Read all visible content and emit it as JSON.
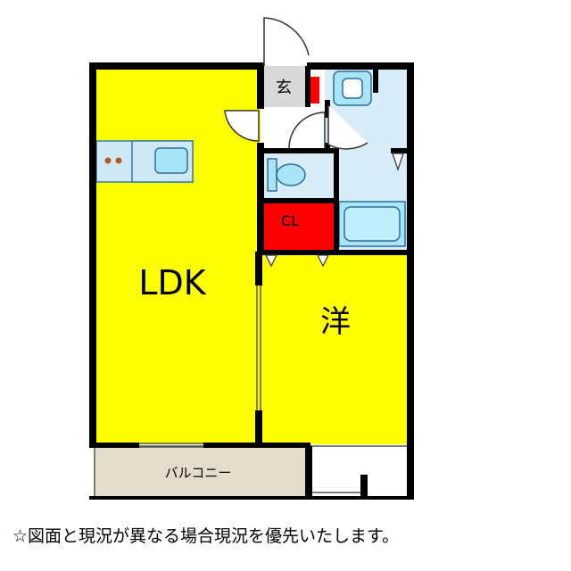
{
  "floorplan": {
    "rooms": {
      "ldk": {
        "label": "LDK",
        "color": "#ffff00"
      },
      "western_room": {
        "label": "洋",
        "color": "#ffff00"
      },
      "entrance": {
        "label": "玄",
        "color": "#d9d9d9"
      },
      "closet": {
        "label": "CL",
        "color": "#ff0000"
      },
      "balcony": {
        "label": "バルコニー",
        "color": "#e6dccb"
      },
      "wet_area_color": "#d9edf9"
    },
    "fixtures": [
      "kitchen-counter",
      "toilet",
      "wash-basin",
      "bathtub"
    ],
    "colors": {
      "wall": "#000000",
      "fixture_fill": "#a9e4f7",
      "fixture_stroke": "#2a6f9e",
      "cooktop": "#b35a1f"
    }
  },
  "footer_note": "☆図面と現況が異なる場合現況を優先いたします。"
}
